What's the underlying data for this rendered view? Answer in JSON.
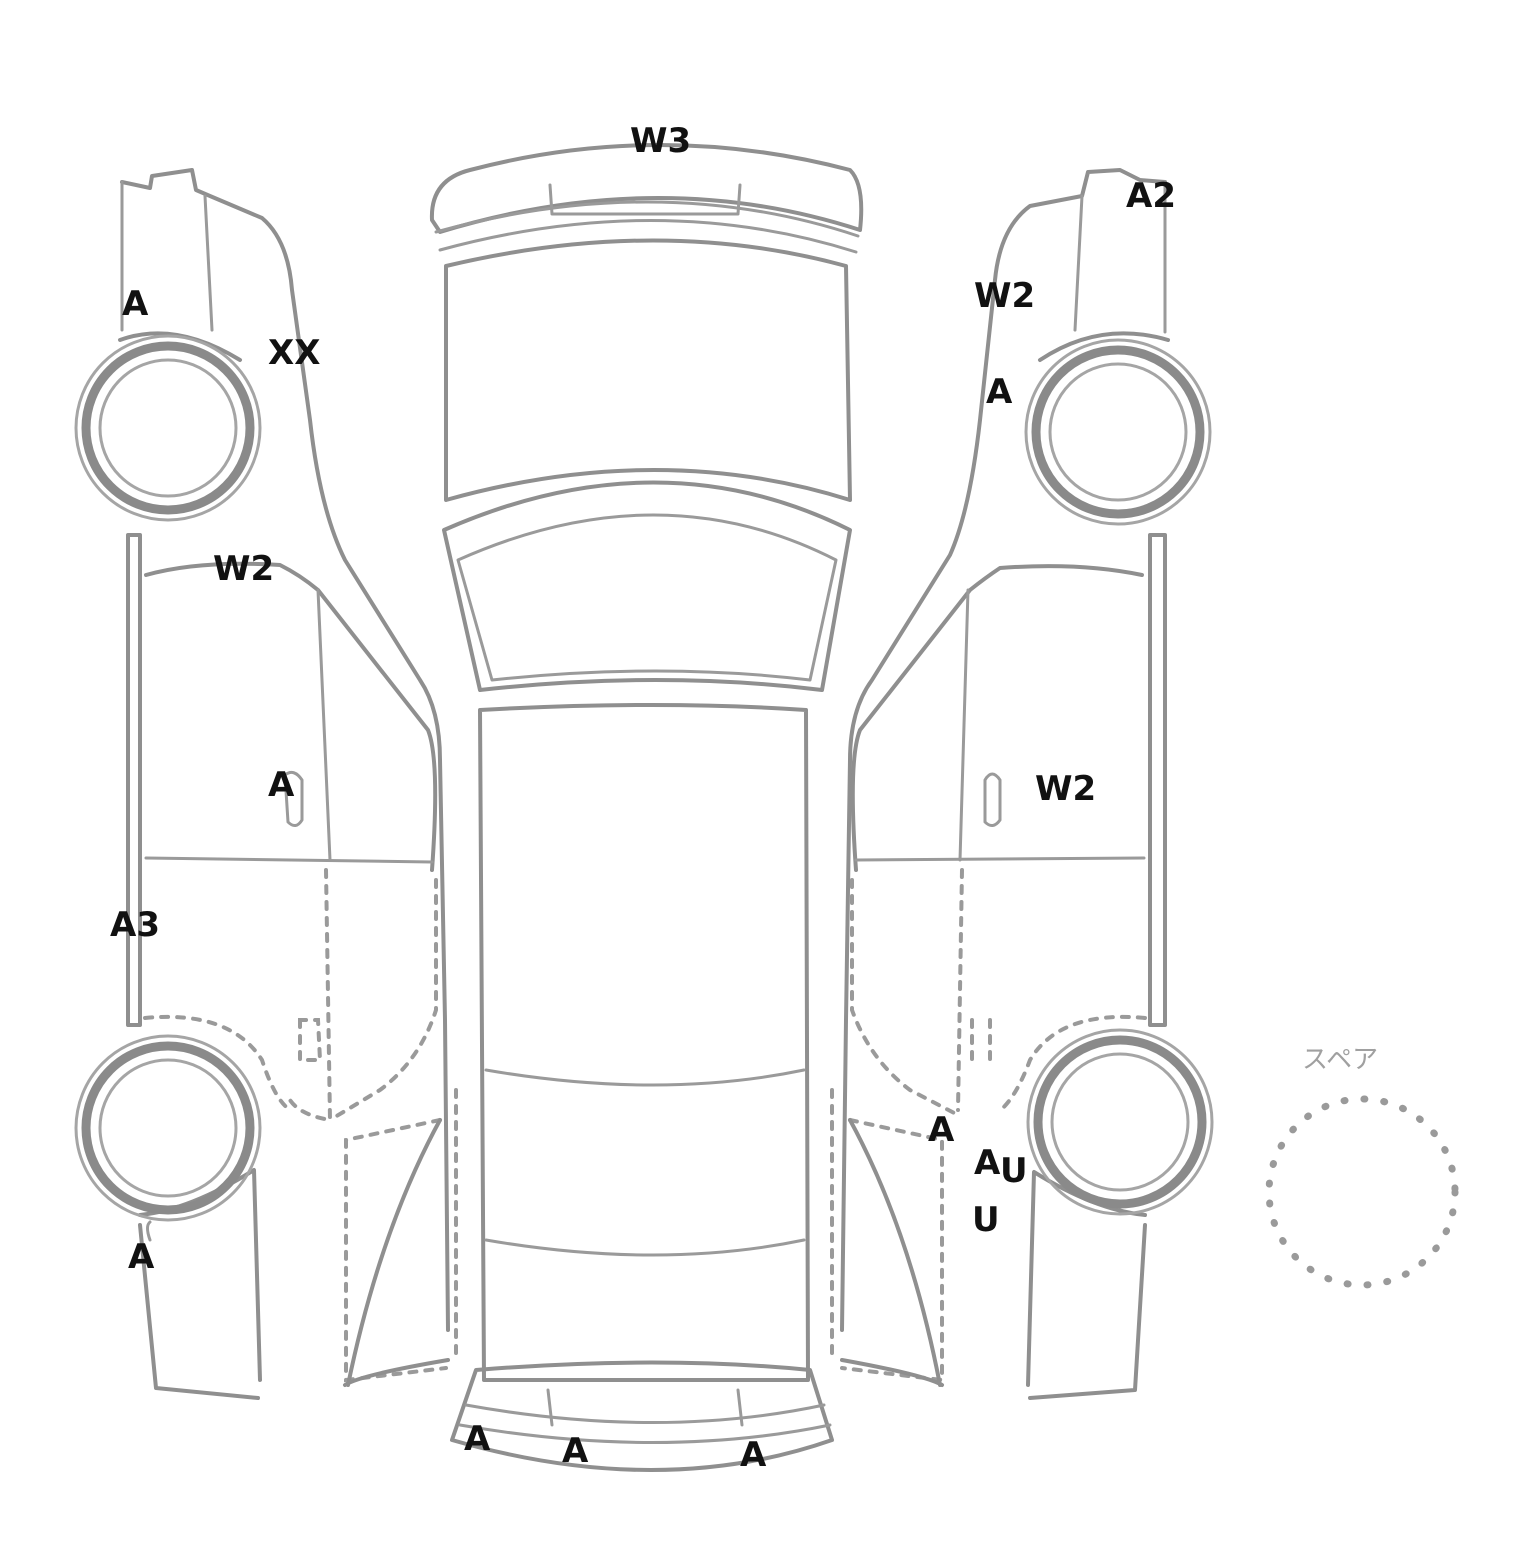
{
  "spare_label": "スペア",
  "marks": {
    "w3_roof_front": "W3",
    "a2_right_fender_top": "A2",
    "a_left_front_bumper": "A",
    "xx_left_fender": "XX",
    "w2_right_pillar": "W2",
    "a_right_fender": "A",
    "w2_left_front_door": "W2",
    "a_left_door_handle": "A",
    "w2_right_front_door": "W2",
    "a3_left_sill": "A3",
    "a_right_rear_door": "A",
    "a_right_rear_quarter": "A",
    "u_right_rear_quarter_1": "U",
    "u_right_rear_quarter_2": "U",
    "a_left_rear_quarter": "A",
    "a_rear_bumper_left": "A",
    "a_rear_bumper_center": "A",
    "a_rear_bumper_right": "A"
  }
}
